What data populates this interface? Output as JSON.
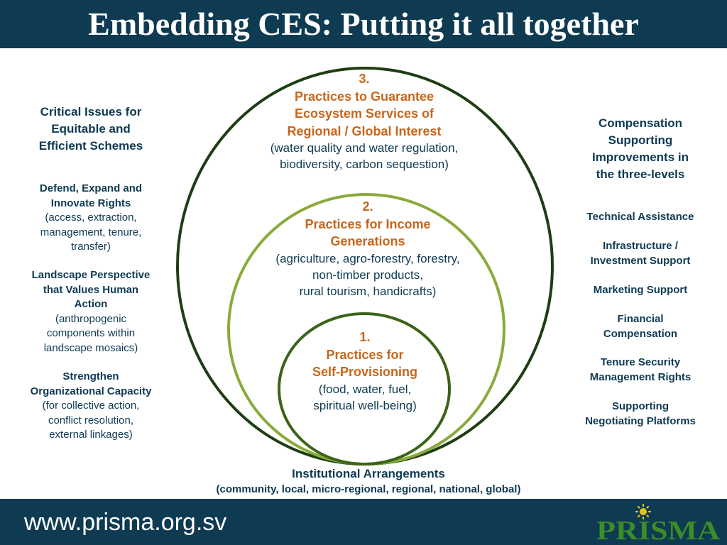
{
  "title": "Embedding CES: Putting it all together",
  "left": {
    "heading": [
      "Critical Issues for",
      "Equitable and",
      "Efficient Schemes"
    ],
    "items": [
      {
        "title": [
          "Defend, Expand and",
          "Innovate Rights"
        ],
        "desc": [
          "(access, extraction,",
          "management, tenure,",
          "transfer)"
        ]
      },
      {
        "title": [
          "Landscape Perspective",
          "that Values Human",
          "Action"
        ],
        "desc": [
          "(anthropogenic",
          "components within",
          "landscape mosaics)"
        ]
      },
      {
        "title": [
          "Strengthen",
          "Organizational Capacity"
        ],
        "desc": [
          "(for collective action,",
          "conflict resolution,",
          "external linkages)"
        ]
      }
    ]
  },
  "circles": {
    "outer": {
      "number": "3.",
      "title": [
        "Practices to Guarantee",
        "Ecosystem Services of",
        "Regional / Global Interest"
      ],
      "desc": [
        "(water quality and water regulation,",
        "biodiversity, carbon sequestion)"
      ]
    },
    "middle": {
      "number": "2.",
      "title": [
        "Practices for Income",
        "Generations"
      ],
      "desc": [
        "(agriculture, agro-forestry, forestry,",
        "non-timber products,",
        "rural tourism, handicrafts)"
      ]
    },
    "inner": {
      "number": "1.",
      "title": [
        "Practices for",
        "Self-Provisioning"
      ],
      "desc": [
        "(food, water, fuel,",
        "spiritual well-being)"
      ]
    }
  },
  "right": {
    "heading": [
      "Compensation",
      "Supporting",
      "Improvements in",
      "the three-levels"
    ],
    "items": [
      [
        "Technical Assistance"
      ],
      [
        "Infrastructure /",
        "Investment Support"
      ],
      [
        "Marketing Support"
      ],
      [
        "Financial",
        "Compensation"
      ],
      [
        "Tenure Security",
        "Management Rights"
      ],
      [
        "Supporting",
        "Negotiating Platforms"
      ]
    ]
  },
  "institutional": {
    "title": "Institutional Arrangements",
    "subtitle": "(community, local, micro-regional, regional, national, global)"
  },
  "footer": {
    "url": "www.prisma.org.sv"
  },
  "logo": {
    "text": "PRISMA"
  },
  "colors": {
    "header_bg": "#0e3a52",
    "navy_text": "#0e3a52",
    "orange_text": "#c8661a",
    "outer_ring": "#1f3d14",
    "middle_ring": "#8aaa3a",
    "inner_ring": "#3a6418",
    "logo_green": "#3c8c28",
    "logo_yellow": "#e8c21c"
  },
  "icons": [
    "sun-icon"
  ]
}
